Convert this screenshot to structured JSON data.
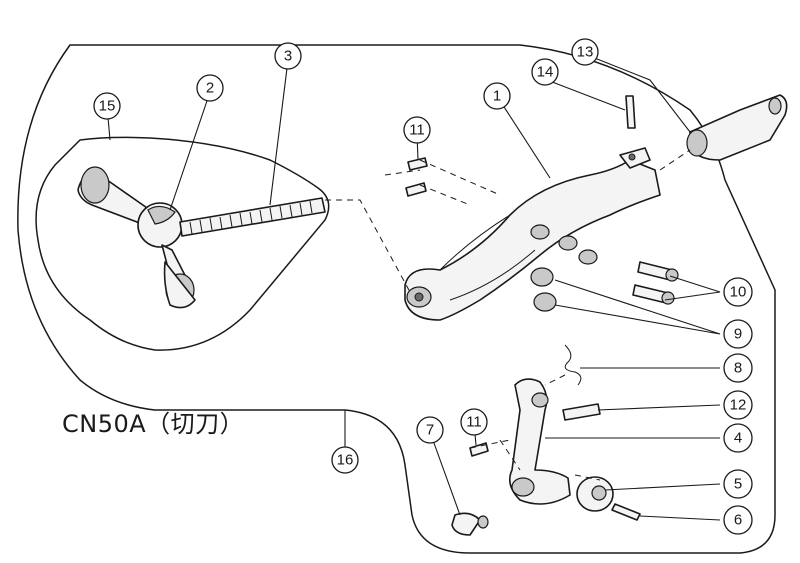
{
  "title": "CN50A（切刀）",
  "callouts": [
    {
      "label": "1"
    },
    {
      "label": "2"
    },
    {
      "label": "3"
    },
    {
      "label": "4"
    },
    {
      "label": "5"
    },
    {
      "label": "6"
    },
    {
      "label": "7"
    },
    {
      "label": "8"
    },
    {
      "label": "9"
    },
    {
      "label": "10"
    },
    {
      "label": "11"
    },
    {
      "label": "11"
    },
    {
      "label": "12"
    },
    {
      "label": "13"
    },
    {
      "label": "14"
    },
    {
      "label": "15"
    },
    {
      "label": "16"
    }
  ]
}
